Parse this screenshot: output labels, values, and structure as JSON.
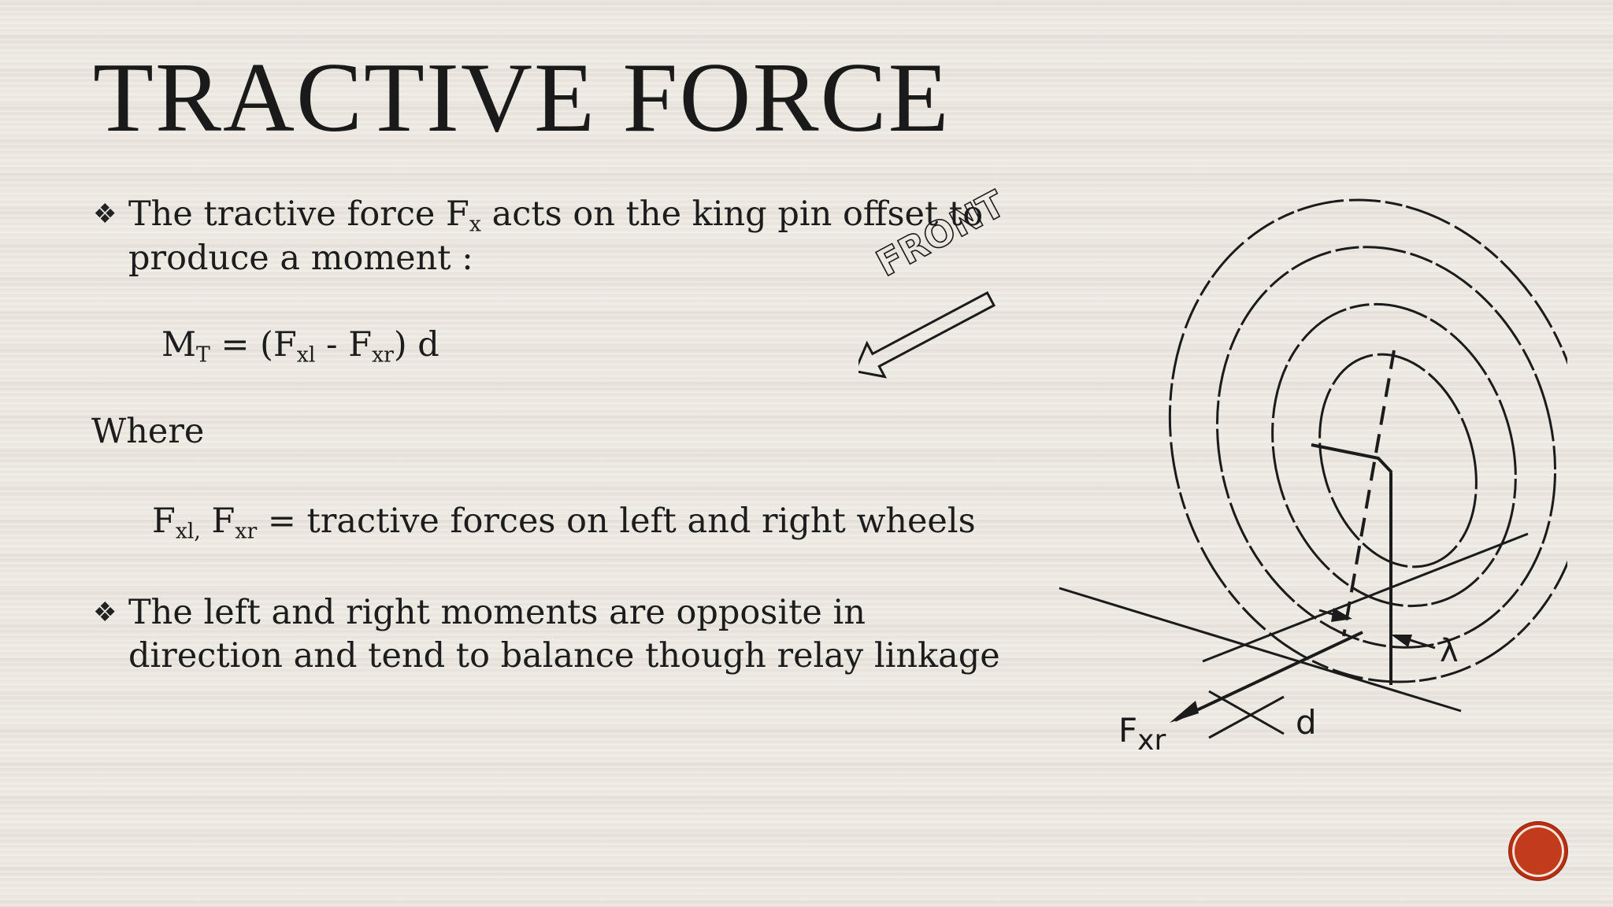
{
  "slide": {
    "title": "TRACTIVE FORCE",
    "bullet_icon": "four-petal-diamond-bullet",
    "bullet1": {
      "prefix": "The tractive force F",
      "sub": "x",
      "suffix": " acts on the king pin offset to",
      "line2": "produce a moment :"
    },
    "equation": {
      "m": "M",
      "m_sub": "T",
      "eq_open": " = (F",
      "f1_sub": "xl",
      "minus": " - F",
      "f2_sub": "xr",
      "close": ") d"
    },
    "where": "Where",
    "definition": {
      "f1": "F",
      "f1_sub": "xl,",
      "f2": " F",
      "f2_sub": "xr",
      "text": " = tractive forces on left and right wheels"
    },
    "bullet2": {
      "line1": "The left and right moments are opposite in",
      "line2": "direction and tend to balance though relay linkage"
    }
  },
  "diagram": {
    "front_label": "FRONT",
    "force_label": "F",
    "force_sub": "xr",
    "offset_label": "d",
    "angle_label": "λ"
  },
  "nav": {
    "button_color": "#c23b1d"
  }
}
